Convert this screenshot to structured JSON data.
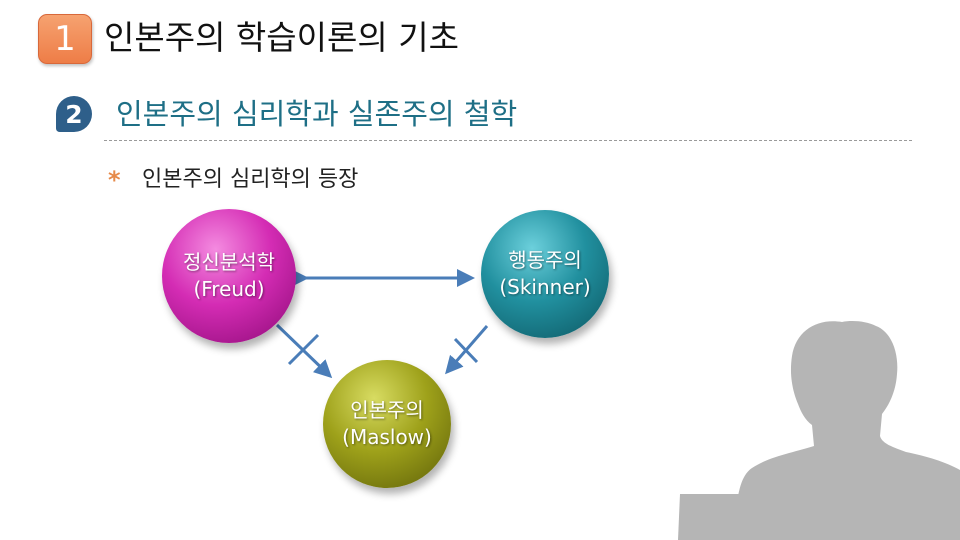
{
  "header": {
    "number": "1",
    "title": "인본주의 학습이론의 기초"
  },
  "section": {
    "number": "2",
    "title": "인본주의 심리학과 실존주의 철학"
  },
  "bullet": {
    "marker": "*",
    "text": "인본주의 심리학의 등장"
  },
  "diagram": {
    "nodes": {
      "freud": {
        "line1": "정신분석학",
        "line2": "(Freud)",
        "color": "#d42cb4"
      },
      "skinner": {
        "line1": "행동주의",
        "line2": "(Skinner)",
        "color": "#21909f"
      },
      "maslow": {
        "line1": "인본주의",
        "line2": "(Maslow)",
        "color": "#9ea11a"
      }
    },
    "edges": [
      {
        "from": "freud",
        "to": "skinner",
        "type": "bidirectional"
      },
      {
        "from": "freud",
        "to": "maslow",
        "type": "blocked"
      },
      {
        "from": "skinner",
        "to": "maslow",
        "type": "blocked"
      }
    ],
    "arrow_color": "#4a7db8"
  },
  "colors": {
    "accent_orange": "#ee7d47",
    "section_blue": "#2e5f8a",
    "title_teal": "#1e6f86",
    "silhouette": "#b5b5b5"
  }
}
